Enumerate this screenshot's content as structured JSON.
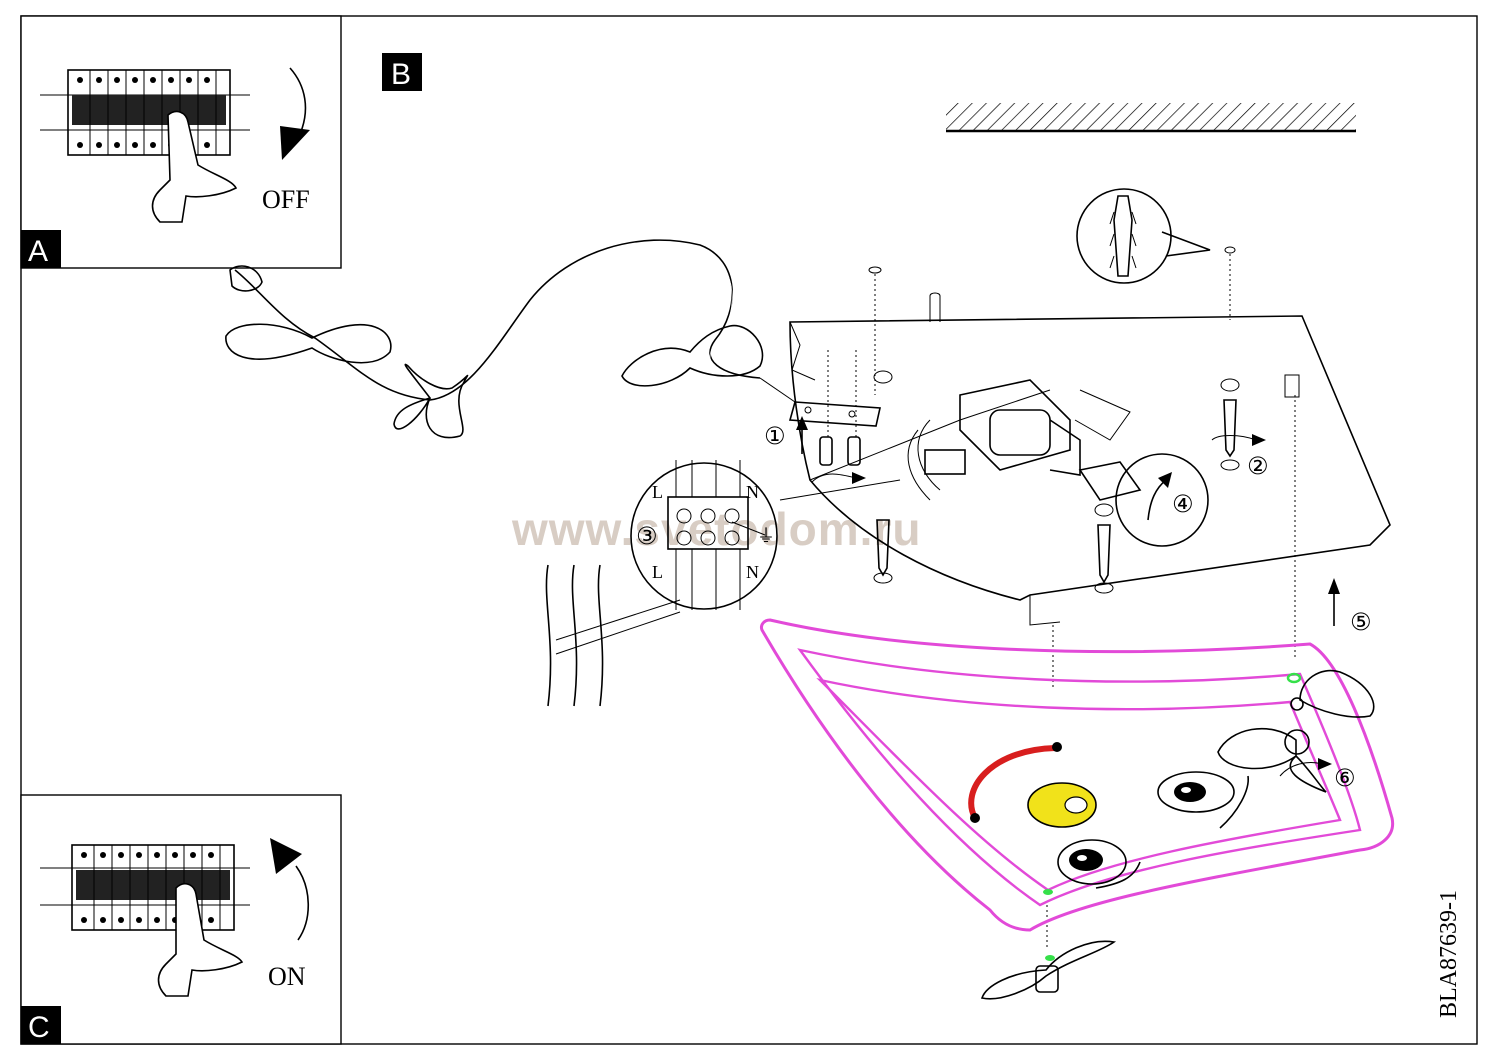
{
  "panels": {
    "a": {
      "letter": "A",
      "switch_label": "OFF"
    },
    "b": {
      "letter": "B"
    },
    "c": {
      "letter": "C",
      "switch_label": "ON"
    }
  },
  "terminal": {
    "top_left": "L",
    "top_right": "N",
    "bottom_left": "L",
    "bottom_right": "N",
    "ground_symbol": "⏚"
  },
  "steps": [
    "①",
    "②",
    "③",
    "④",
    "⑤",
    "⑥"
  ],
  "watermark": "www.svetodom.ru",
  "doc_code": "BLA87639-1",
  "colors": {
    "frame": "#e24ad8",
    "accent_red": "#d81e1e",
    "accent_yellow": "#f1e21a",
    "accent_green": "#36e04a"
  },
  "icons": [
    "breaker-switch-icon",
    "hand-icon",
    "rotate-arrow-icon",
    "wall-plug-icon",
    "screw-icon",
    "bulb-icon",
    "bow-icon",
    "ceiling-hatch-icon"
  ]
}
